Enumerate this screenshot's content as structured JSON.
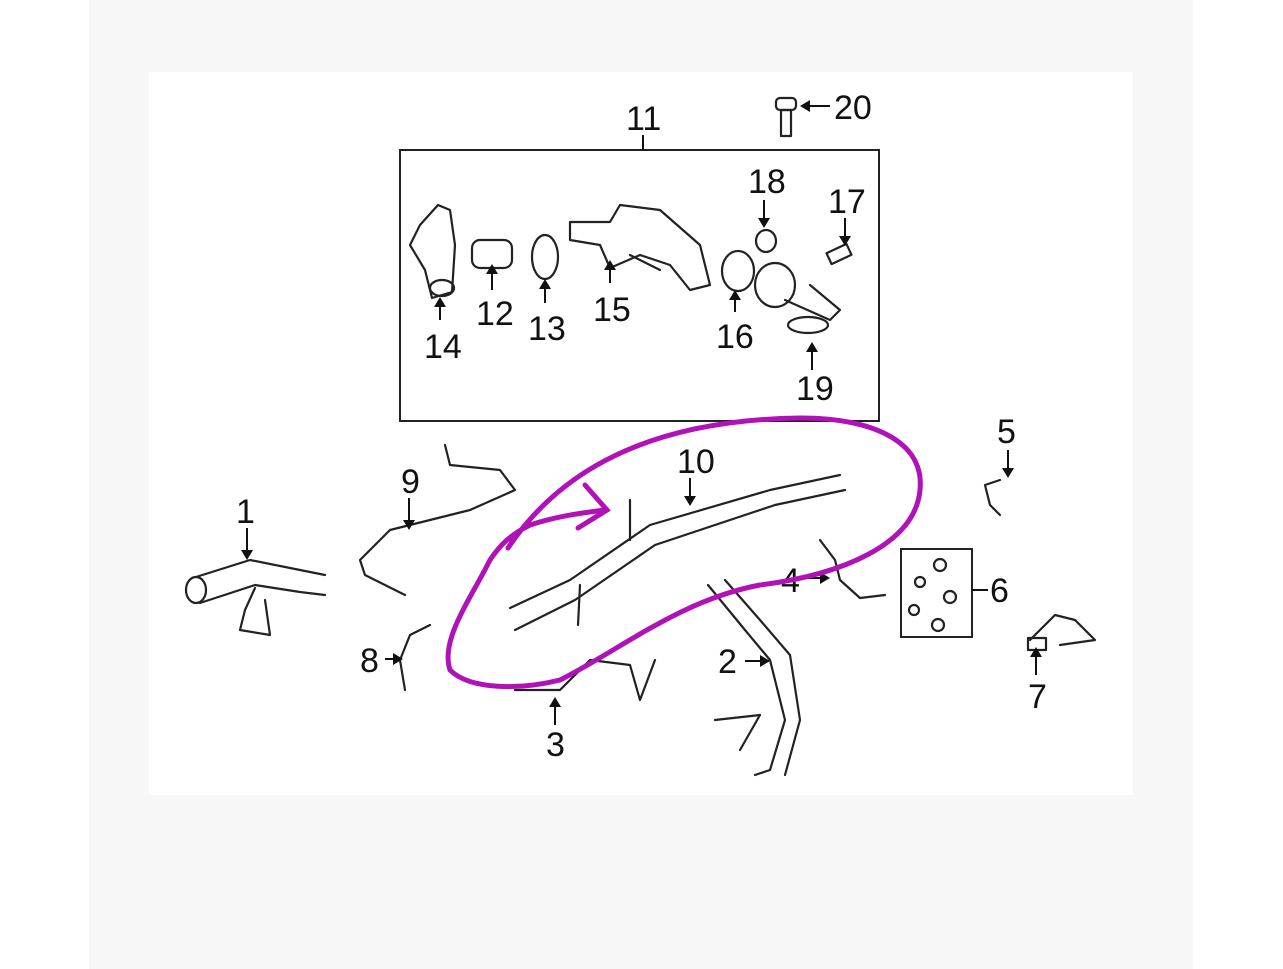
{
  "diagram": {
    "callouts": [
      {
        "id": "1",
        "label": "1"
      },
      {
        "id": "2",
        "label": "2"
      },
      {
        "id": "3",
        "label": "3"
      },
      {
        "id": "4",
        "label": "4"
      },
      {
        "id": "5",
        "label": "5"
      },
      {
        "id": "6",
        "label": "6"
      },
      {
        "id": "7",
        "label": "7"
      },
      {
        "id": "8",
        "label": "8"
      },
      {
        "id": "9",
        "label": "9"
      },
      {
        "id": "10",
        "label": "10"
      },
      {
        "id": "11",
        "label": "11"
      },
      {
        "id": "12",
        "label": "12"
      },
      {
        "id": "13",
        "label": "13"
      },
      {
        "id": "14",
        "label": "14"
      },
      {
        "id": "15",
        "label": "15"
      },
      {
        "id": "16",
        "label": "16"
      },
      {
        "id": "17",
        "label": "17"
      },
      {
        "id": "18",
        "label": "18"
      },
      {
        "id": "19",
        "label": "19"
      },
      {
        "id": "20",
        "label": "20"
      }
    ],
    "annotation_color": "#b012b8"
  }
}
